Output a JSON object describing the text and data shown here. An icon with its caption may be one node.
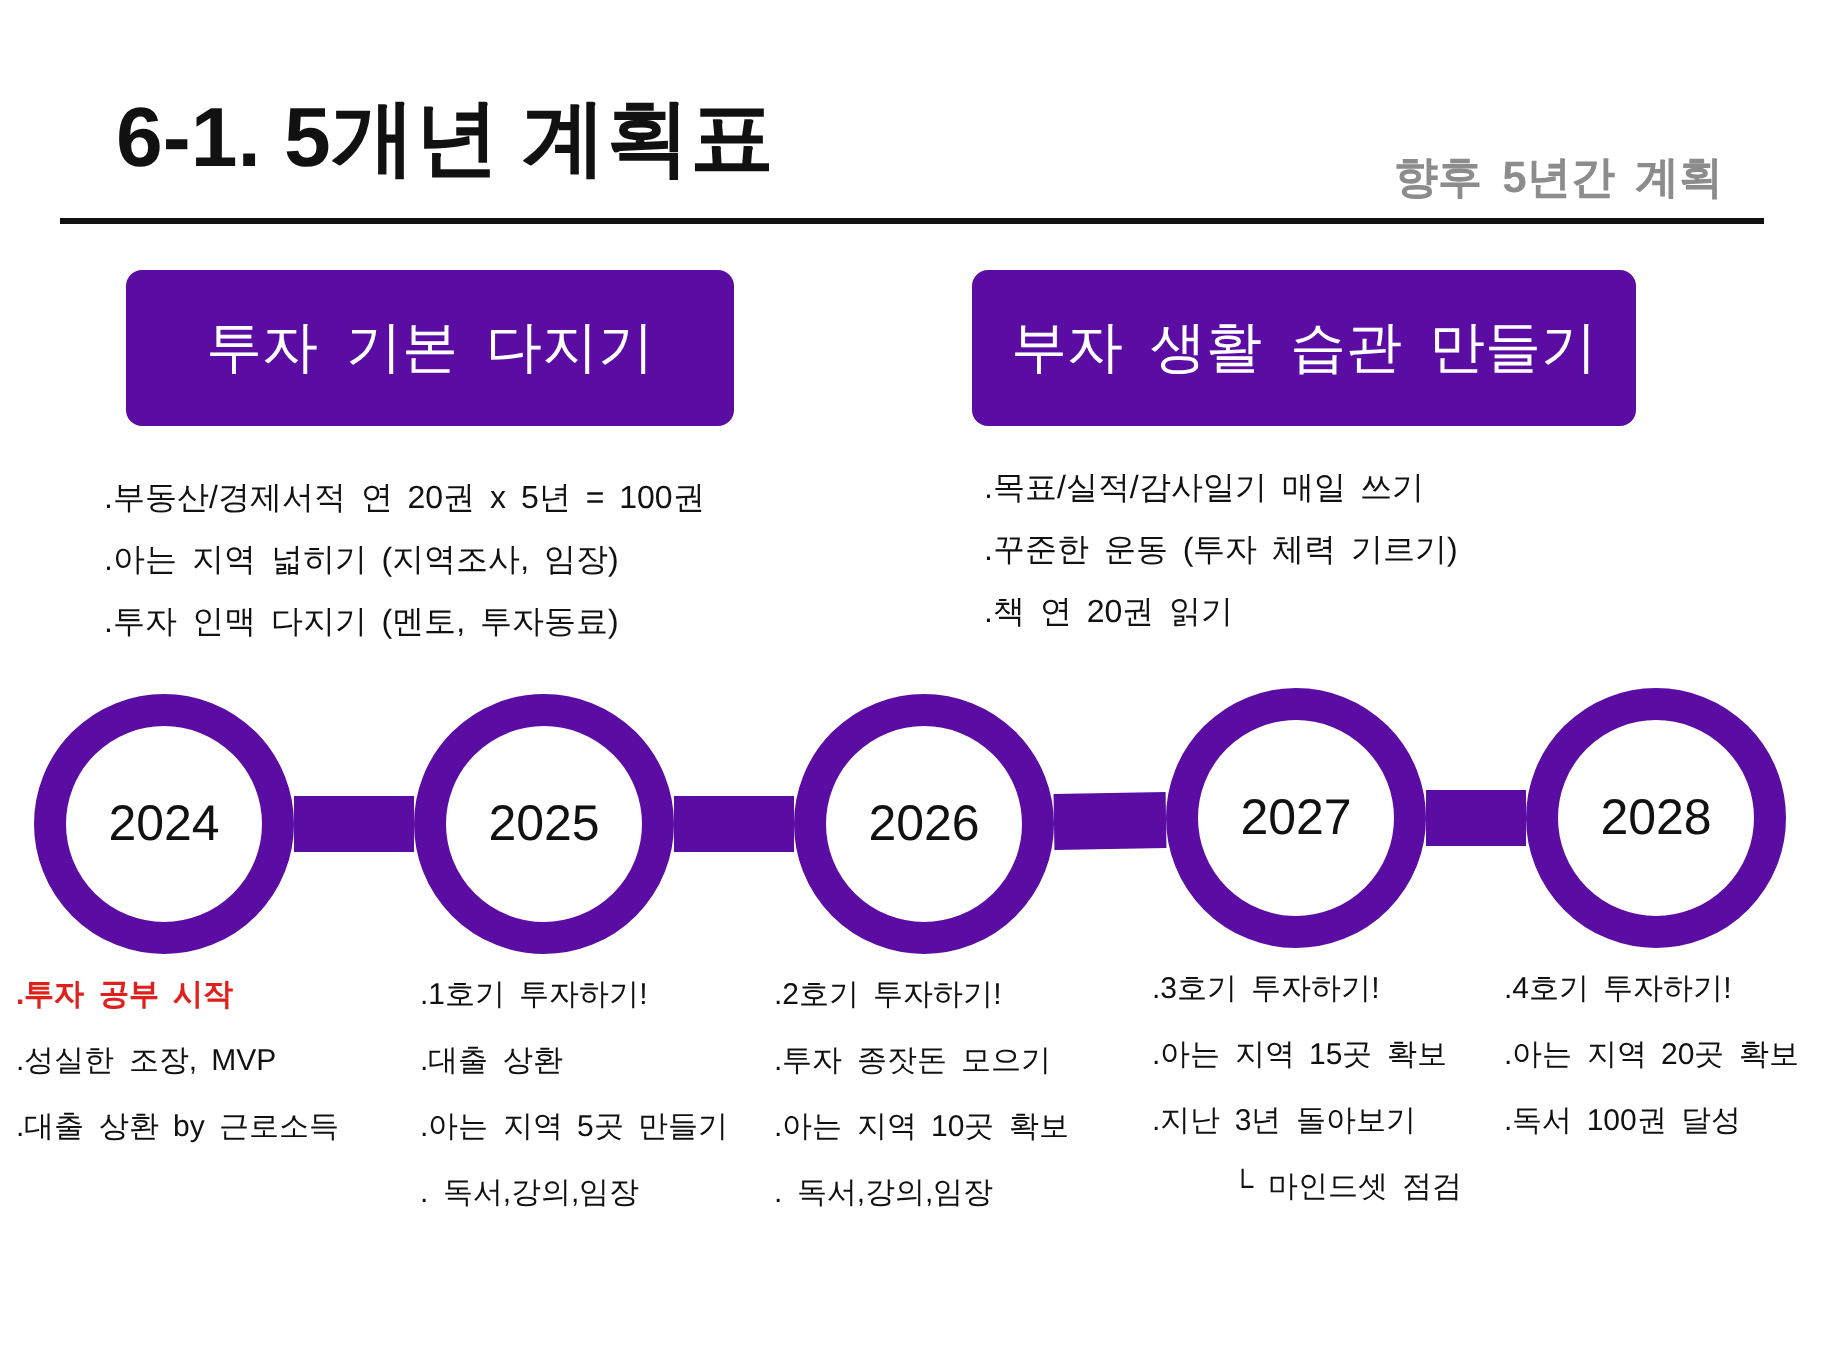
{
  "diagram": {
    "title": "6-1. 5개년 계획표",
    "nodes": [
      {
        "text": [
          "투자 기본 다지기"
        ],
        "beside": [
          ".부동산/경제서적 연 20권 x 5년 = 100권",
          ".아는 지역 넓히기 (지역조사, 임장)",
          ".투자 인맥 다지기 (멘토, 투자동료)"
        ]
      },
      {
        "text": [
          "부자 생활 습관 만들기"
        ],
        "beside": [
          ".목표/실적/감사일기 매일 쓰기",
          ".꾸준한 운동 (투자 체력 기르기)",
          ".책 연 20권 읽기"
        ]
      },
      {
        "text": [
          "2024"
        ],
        "beside": [
          ".투자 공부 시작",
          ".성실한 조장, MVP",
          ".대출 상환 by 근로소득"
        ]
      },
      {
        "text": [
          "2025"
        ],
        "beside": [
          ".1호기 투자하기!",
          ".대출 상환",
          ".아는 지역 5곳 만들기",
          ". 독서,강의,임장"
        ]
      },
      {
        "text": [
          "2026"
        ],
        "beside": [
          ".2호기 투자하기!",
          ".투자 종잣돈 모으기",
          ".아는 지역 10곳 확보",
          ". 독서,강의,임장"
        ]
      },
      {
        "text": [
          "2027"
        ],
        "beside": [
          ".3호기 투자하기!",
          ".아는 지역 15곳 확보",
          ".지난 3년 돌아보기",
          "└ 마인드셋 점검"
        ]
      },
      {
        "text": [
          "2028"
        ],
        "beside": [
          ".4호기 투자하기!",
          ".아는 지역 20곳 확보",
          ".독서 100권 달성"
        ]
      }
    ],
    "edges": [
      {
        "from": 2,
        "to": 3,
        "arrow": "none"
      },
      {
        "from": 3,
        "to": 4,
        "arrow": "none"
      },
      {
        "from": 4,
        "to": 5,
        "arrow": "none"
      },
      {
        "from": 5,
        "to": 6,
        "arrow": "none"
      }
    ],
    "labels": [
      "향후 5년간 계획"
    ]
  }
}
